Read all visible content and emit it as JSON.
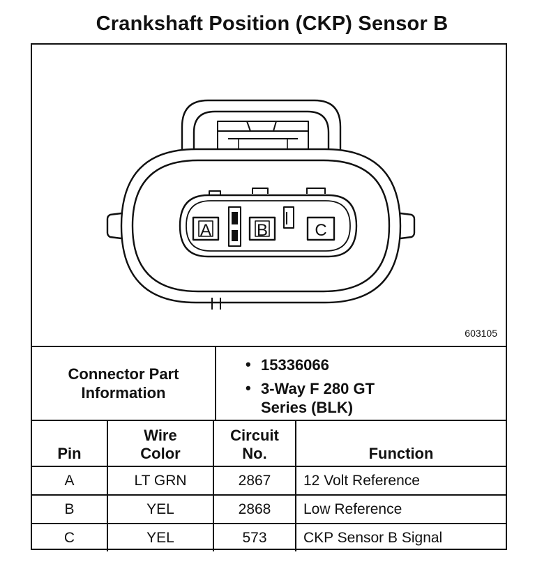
{
  "title": "Crankshaft Position (CKP) Sensor B",
  "figure_number": "603105",
  "connector": {
    "pins": [
      "A",
      "B",
      "C"
    ]
  },
  "connector_info": {
    "label_line1": "Connector Part",
    "label_line2": "Information",
    "bullet": "•",
    "part_number": "15336066",
    "description_line1": "3-Way F 280 GT",
    "description_line2": "Series (BLK)"
  },
  "table": {
    "headers": {
      "pin": "Pin",
      "wire_line1": "Wire",
      "wire_line2": "Color",
      "circuit_line1": "Circuit",
      "circuit_line2": "No.",
      "function": "Function"
    },
    "rows": [
      {
        "pin": "A",
        "wire_color": "LT GRN",
        "circuit": "2867",
        "function": "12 Volt Reference"
      },
      {
        "pin": "B",
        "wire_color": "YEL",
        "circuit": "2868",
        "function": "Low Reference"
      },
      {
        "pin": "C",
        "wire_color": "YEL",
        "circuit": "573",
        "function": "CKP Sensor B Signal"
      }
    ]
  }
}
